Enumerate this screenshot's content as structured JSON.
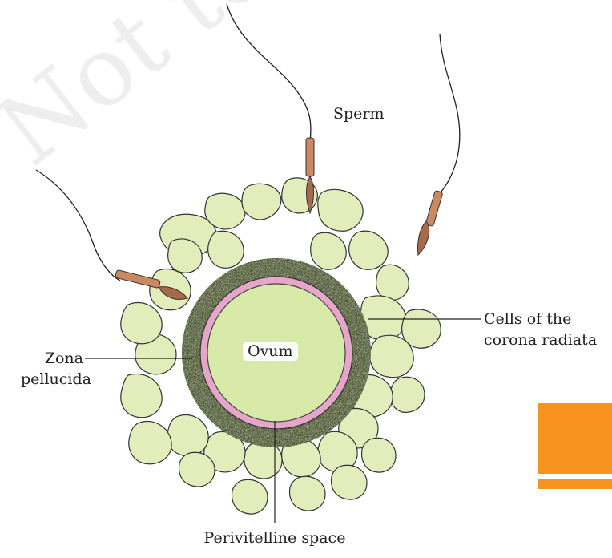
{
  "diagram": {
    "labels": {
      "sperm": "Sperm",
      "cells_corona_line1": "Cells of the",
      "cells_corona_line2": "corona radiata",
      "zona_line1": "Zona",
      "zona_line2": "pellucida",
      "ovum": "Ovum",
      "perivitelline": "Perivitelline space"
    },
    "watermark": "Not to be republished",
    "colors": {
      "corona_cells": "#e3edbc",
      "cell_outline": "#333333",
      "zona_pellucida": "#4e5a2e",
      "zona_speckle": "#8a9654",
      "perivitelline_ring": "#e6a6c9",
      "ovum_fill": "#cfe596",
      "sperm_head": "#a8694a",
      "sperm_midpiece": "#c98a62",
      "accent": "#f7931e",
      "watermark": "#eeeeee"
    }
  }
}
